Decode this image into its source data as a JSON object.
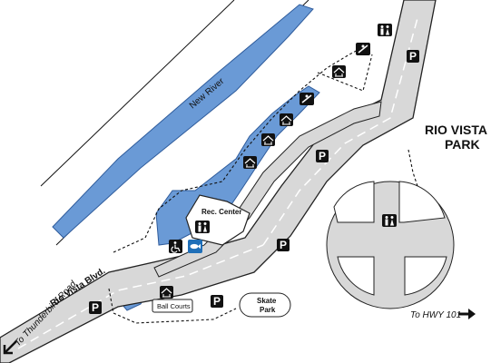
{
  "map": {
    "title_line1": "RIO VISTA",
    "title_line2": "PARK",
    "river_label": "New River",
    "boulevard_label": "Rio Vista Blvd.",
    "to_thunderbird": "To Thunderbird Road",
    "to_hwy": "To HWY 101",
    "rec_center": "Rec. Center",
    "ball_courts": "Ball Courts",
    "skate_park_line1": "Skate",
    "skate_park_line2": "Park",
    "parking_symbol": "P",
    "colors": {
      "water": "#6a9ad6",
      "water_stroke": "#2f5c9c",
      "road": "#d8d8d8",
      "road_stroke": "#222222",
      "icon_bg": "#111111",
      "fishing_icon_bg": "#1f6fb8"
    },
    "icons": [
      "restroom-icon",
      "slide-icon",
      "picnic-shelter-icon",
      "playground-icon",
      "wheelchair-accessible-icon",
      "fishing-icon",
      "arrow-left-icon",
      "arrow-right-icon"
    ]
  }
}
